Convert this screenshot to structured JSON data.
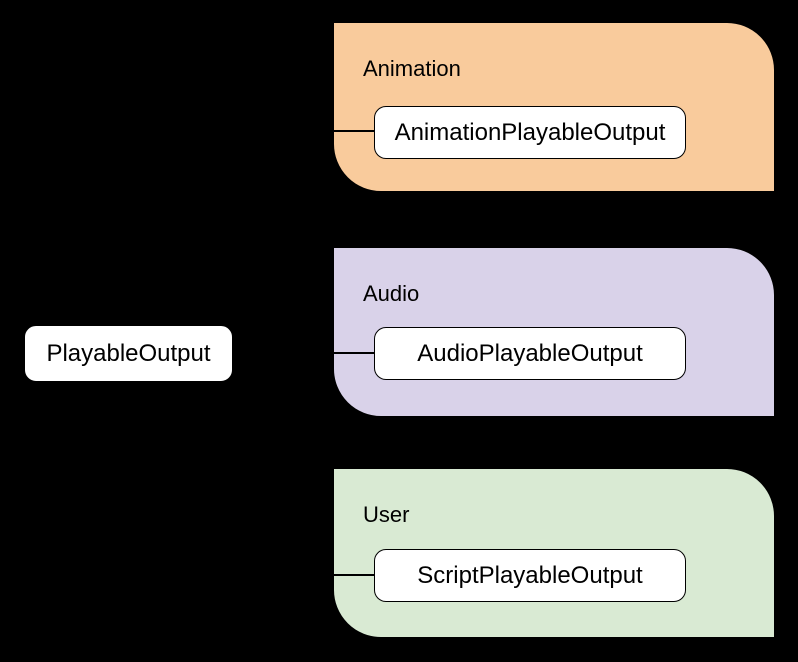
{
  "diagram": {
    "background": "#000000",
    "border_color": "#000000",
    "connector_color": "#000000",
    "node_fill": "#ffffff",
    "root": {
      "label": "PlayableOutput"
    },
    "groups": [
      {
        "label": "Animation",
        "fill": "#f9cb9c",
        "node": "AnimationPlayableOutput"
      },
      {
        "label": "Audio",
        "fill": "#d9d2e9",
        "node": "AudioPlayableOutput"
      },
      {
        "label": "User",
        "fill": "#d9ead3",
        "node": "ScriptPlayableOutput"
      }
    ]
  }
}
